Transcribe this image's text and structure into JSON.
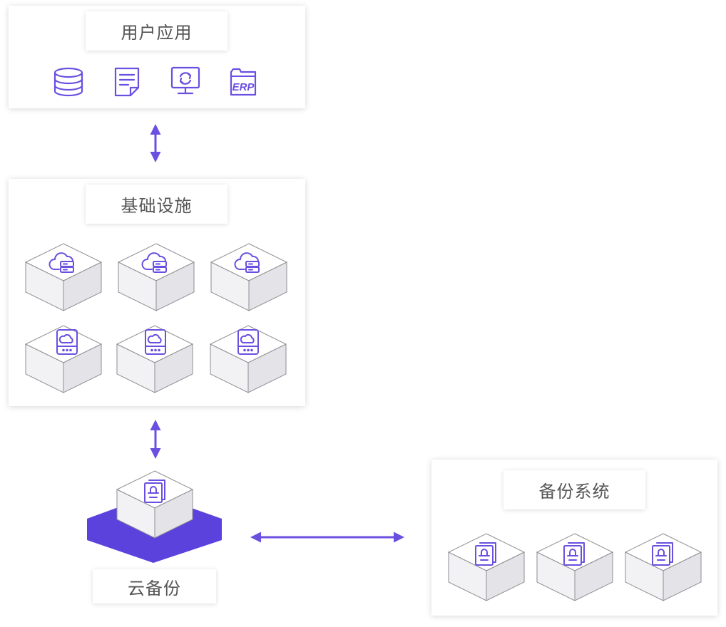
{
  "colors": {
    "accent": "#6a4fe0",
    "platform": "#5b42dd",
    "cube_top": "#ffffff",
    "cube_left": "#f2f2f4",
    "cube_right": "#e4e4e8",
    "cube_edge": "#8e8e94"
  },
  "user_apps": {
    "title": "用户应用",
    "icons": [
      "database-icon",
      "document-icon",
      "monitor-sync-icon",
      "erp-icon"
    ],
    "erp_text": "ERP"
  },
  "infrastructure": {
    "title": "基础设施",
    "row1_icons": [
      "cloud-server-icon",
      "cloud-server-icon",
      "cloud-server-icon"
    ],
    "row2_icons": [
      "cloud-storage-icon",
      "cloud-storage-icon",
      "cloud-storage-icon"
    ]
  },
  "cloud_backup": {
    "title": "云备份",
    "icon": "backup-disk-icon"
  },
  "backup_system": {
    "title": "备份系统",
    "icons": [
      "backup-disk-icon",
      "backup-disk-icon",
      "backup-disk-icon"
    ]
  },
  "connectors": [
    {
      "from": "user_apps",
      "to": "infrastructure",
      "direction": "bidirectional"
    },
    {
      "from": "infrastructure",
      "to": "cloud_backup",
      "direction": "bidirectional"
    },
    {
      "from": "cloud_backup",
      "to": "backup_system",
      "direction": "bidirectional"
    }
  ]
}
